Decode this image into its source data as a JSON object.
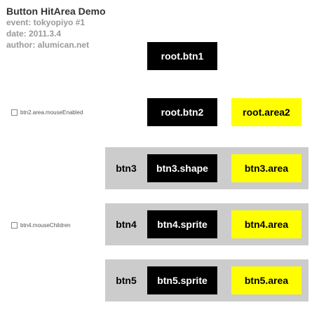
{
  "header": {
    "title": "Button HitArea Demo",
    "event": "event: tokyopiyo #1",
    "date": "date: 2011.3.4",
    "author": "author: alumican.net"
  },
  "checkboxes": {
    "btn2_mouse_enabled": {
      "label": "btn2.area.mouseEnabled",
      "checked": false
    },
    "btn4_mouse_children": {
      "label": "btn4.mouseChildren",
      "checked": false
    }
  },
  "buttons": {
    "root_btn1": "root.btn1",
    "root_btn2": "root.btn2",
    "root_area2": "root.area2",
    "btn3_shape": "btn3.shape",
    "btn3_area": "btn3.area",
    "btn4_sprite": "btn4.sprite",
    "btn4_area": "btn4.area",
    "btn5_sprite": "btn5.sprite",
    "btn5_area": "btn5.area"
  },
  "panels": {
    "btn3": "btn3",
    "btn4": "btn4",
    "btn5": "btn5"
  },
  "colors": {
    "background": "#ffffff",
    "button": "#000000",
    "button_text": "#ffffff",
    "area": "#ffff00",
    "panel": "#cccccc",
    "title": "#333333",
    "subtitle": "#999999"
  }
}
